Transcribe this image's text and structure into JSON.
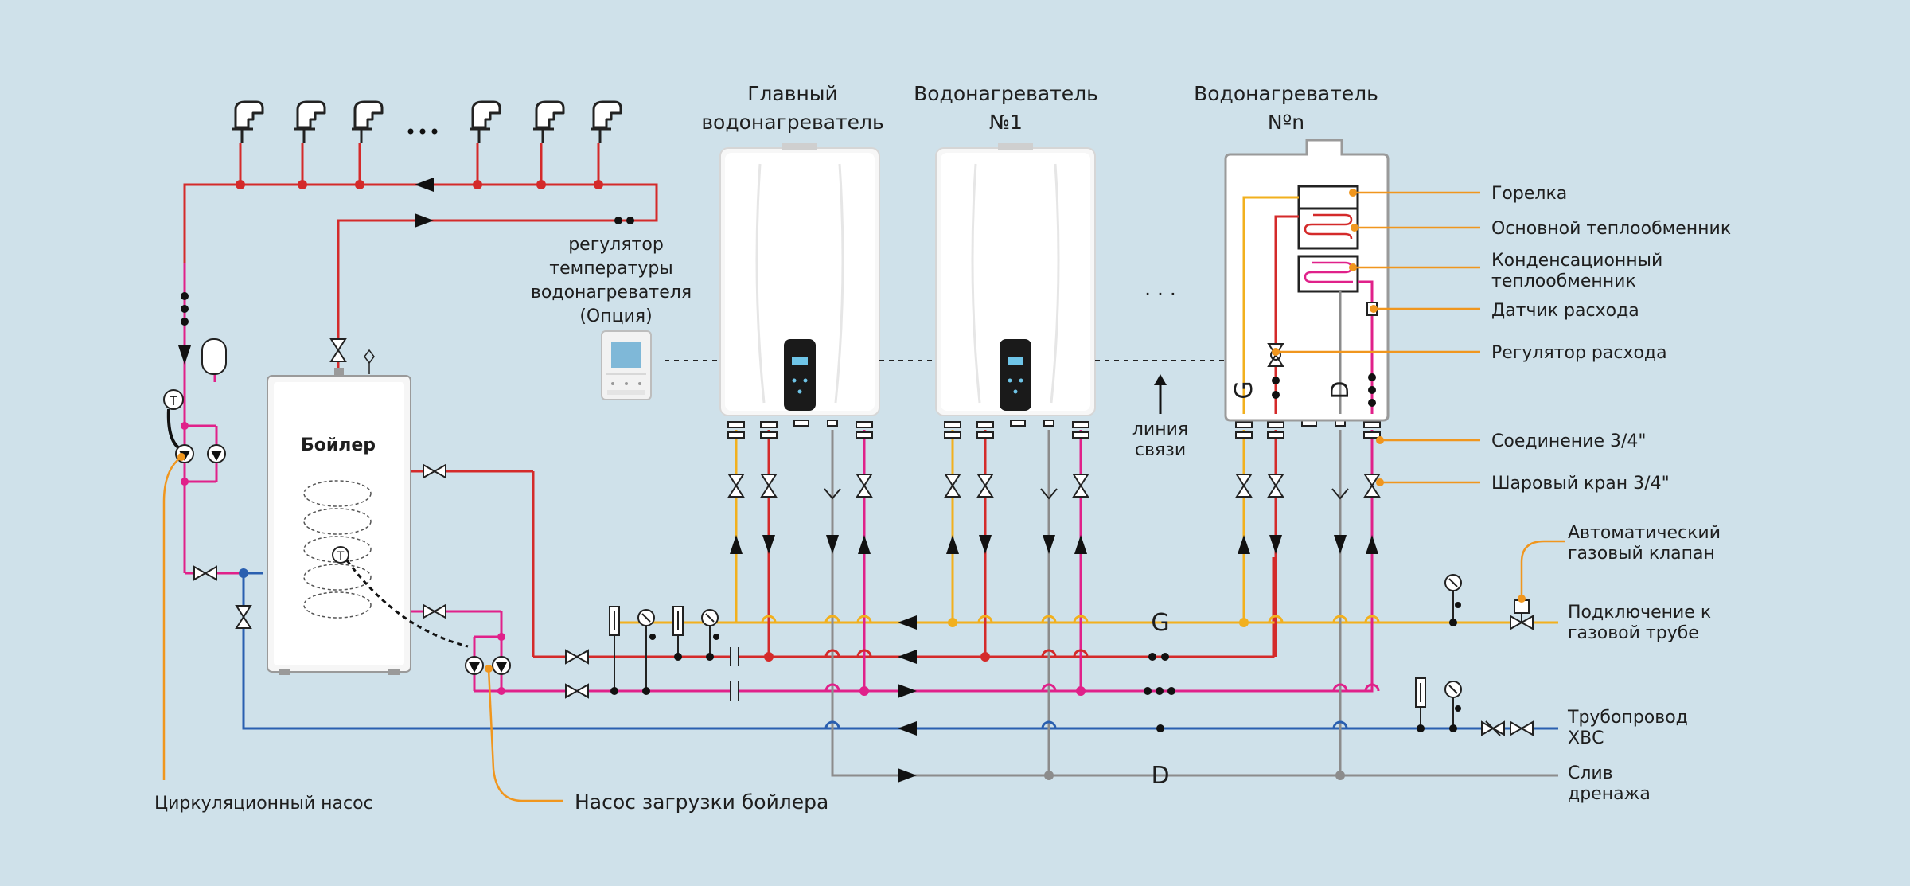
{
  "heaters": {
    "main": {
      "line1": "Главный",
      "line2": "водонагреватель"
    },
    "n1": {
      "line1": "Водонагреватель",
      "line2": "№1"
    },
    "nn": {
      "line1": "Водонагреватель",
      "line2": "Nºn"
    },
    "ellipsis": "· · ·"
  },
  "controller": {
    "line1": "регулятор",
    "line2": "температуры",
    "line3": "водонагревателя",
    "line4": "(Опция)"
  },
  "boiler": {
    "label": "Бойлер"
  },
  "comm_line": {
    "line1": "линия",
    "line2": "связи"
  },
  "parts": {
    "burner": "Горелка",
    "main_hx": "Основной теплообменник",
    "cond_hx_1": "Конденсационный",
    "cond_hx_2": "теплообменник",
    "flow_sensor": "Датчик расхода",
    "flow_regulator": "Регулятор расхода",
    "connection": "Соединение 3/4\"",
    "ball_valve": "Шаровый кран 3/4\""
  },
  "right_labels": {
    "auto_gas_valve_1": "Автоматический",
    "auto_gas_valve_2": "газовый клапан",
    "gas_conn_1": "Подключение к",
    "gas_conn_2": "газовой трубе",
    "cold_water_1": "Трубопровод",
    "cold_water_2": "ХВС",
    "drain_1": "Слив",
    "drain_2": "дренажа"
  },
  "bottom_labels": {
    "circulation_pump": "Циркуляционный насос",
    "boiler_pump": "Насос загрузки бойлера"
  },
  "line_markers": {
    "gas": "G",
    "drain": "D",
    "unit_gas": "G",
    "unit_drain": "D"
  },
  "colors": {
    "background": "#cfe1ea",
    "hot_water": "#d42a2a",
    "return": "#e0218a",
    "gas": "#f2b01e",
    "cold_water": "#2a5fb0",
    "drain": "#8c8c8c",
    "callout": "#f0961e"
  }
}
